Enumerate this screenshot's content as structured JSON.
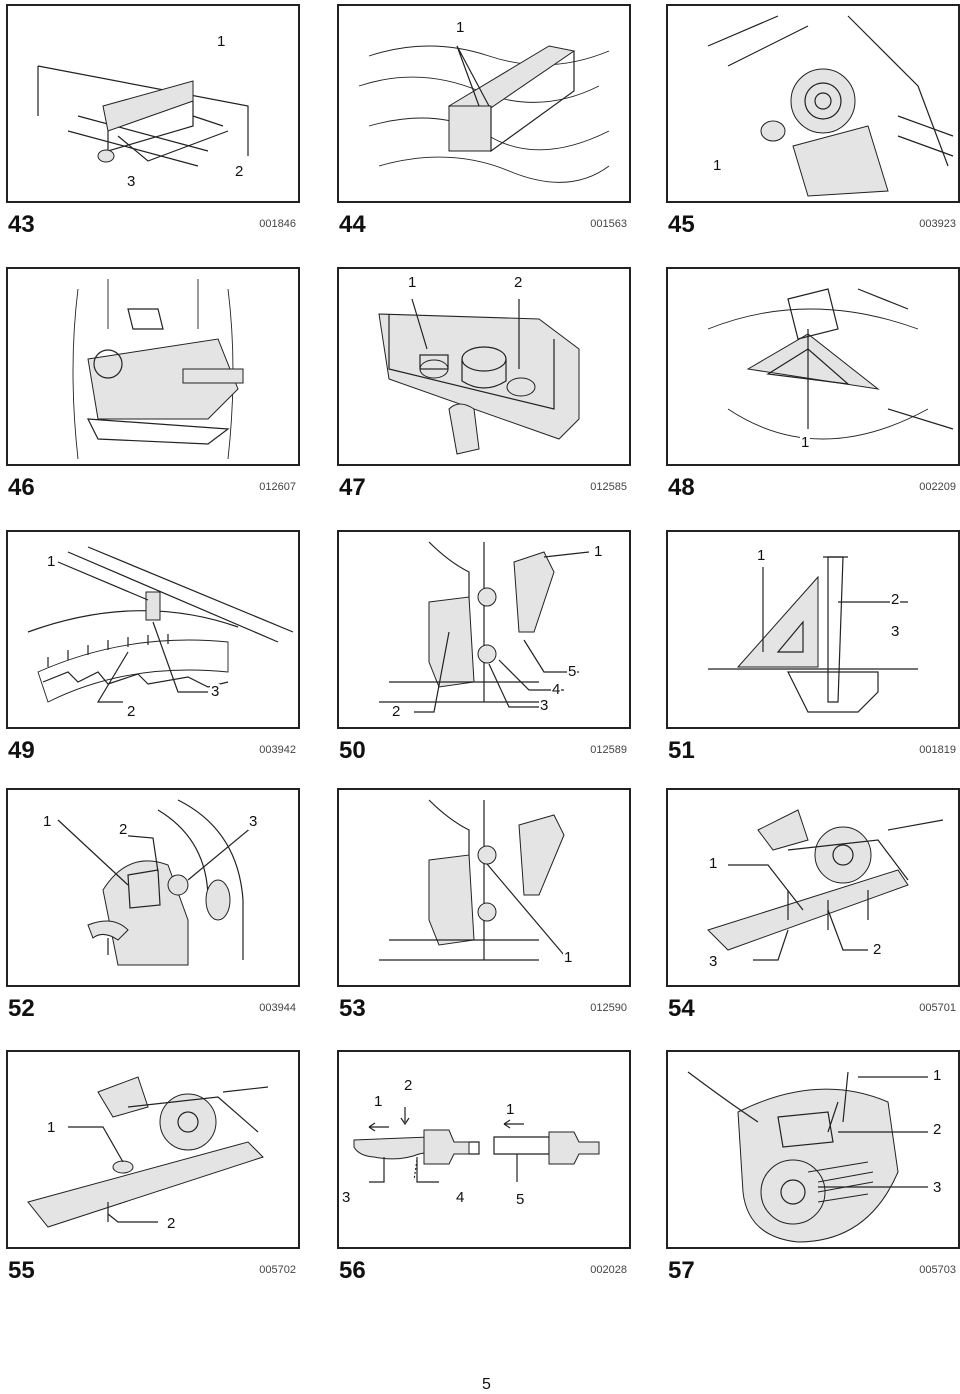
{
  "figures": [
    {
      "number": "43",
      "code": "001846",
      "callouts": [
        "1",
        "2",
        "3"
      ]
    },
    {
      "number": "44",
      "code": "001563",
      "callouts": [
        "1"
      ]
    },
    {
      "number": "45",
      "code": "003923",
      "callouts": [
        "1"
      ]
    },
    {
      "number": "46",
      "code": "012607",
      "callouts": []
    },
    {
      "number": "47",
      "code": "012585",
      "callouts": [
        "1",
        "2"
      ]
    },
    {
      "number": "48",
      "code": "002209",
      "callouts": [
        "1"
      ]
    },
    {
      "number": "49",
      "code": "003942",
      "callouts": [
        "1",
        "2",
        "3"
      ]
    },
    {
      "number": "50",
      "code": "012589",
      "callouts": [
        "1",
        "2",
        "3",
        "4",
        "5"
      ]
    },
    {
      "number": "51",
      "code": "001819",
      "callouts": [
        "1",
        "2",
        "3"
      ]
    },
    {
      "number": "52",
      "code": "003944",
      "callouts": [
        "1",
        "2",
        "3"
      ]
    },
    {
      "number": "53",
      "code": "012590",
      "callouts": [
        "1"
      ]
    },
    {
      "number": "54",
      "code": "005701",
      "callouts": [
        "1",
        "2",
        "3"
      ]
    },
    {
      "number": "55",
      "code": "005702",
      "callouts": [
        "1",
        "2"
      ]
    },
    {
      "number": "56",
      "code": "002028",
      "callouts": [
        "1",
        "2",
        "1",
        "3",
        "4",
        "5"
      ]
    },
    {
      "number": "57",
      "code": "005703",
      "callouts": [
        "1",
        "2",
        "3"
      ]
    }
  ],
  "page_number": "5"
}
